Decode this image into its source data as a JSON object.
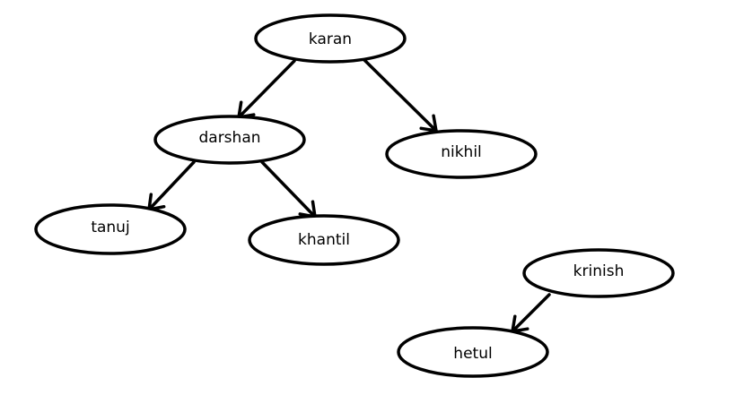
{
  "nodes": [
    {
      "id": "karan",
      "label": "karan"
    },
    {
      "id": "darshan",
      "label": "darshan"
    },
    {
      "id": "nikhil",
      "label": "nikhil"
    },
    {
      "id": "tanuj",
      "label": "tanuj"
    },
    {
      "id": "khantil",
      "label": "khantil"
    },
    {
      "id": "krinish",
      "label": "krinish"
    },
    {
      "id": "hetul",
      "label": "hetul"
    }
  ],
  "edges": [
    {
      "from": "karan",
      "to": "darshan"
    },
    {
      "from": "karan",
      "to": "nikhil"
    },
    {
      "from": "darshan",
      "to": "tanuj"
    },
    {
      "from": "darshan",
      "to": "khantil"
    },
    {
      "from": "krinish",
      "to": "hetul"
    }
  ]
}
